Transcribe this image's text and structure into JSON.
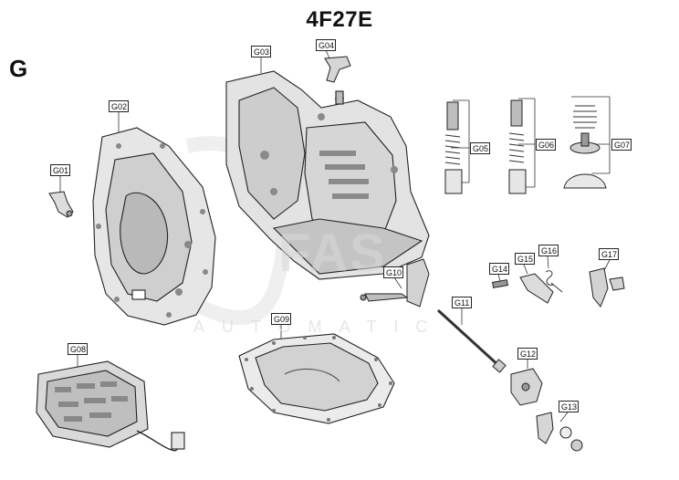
{
  "title": "4F27E",
  "section_letter": "G",
  "watermark": {
    "word": "FAS",
    "sub": "AUTOMATIC"
  },
  "labels": {
    "g01": "G01",
    "g02": "G02",
    "g03": "G03",
    "g04": "G04",
    "g05": "G05",
    "g06": "G06",
    "g07": "G07",
    "g08": "G08",
    "g09": "G09",
    "g10": "G10",
    "g11": "G11",
    "g12": "G12",
    "g13": "G13",
    "g14": "G14",
    "g15": "G15",
    "g16": "G16",
    "g17": "G17"
  }
}
